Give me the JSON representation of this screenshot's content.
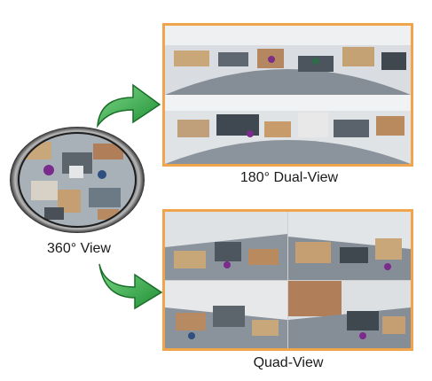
{
  "labels": {
    "dual_view": "180° Dual-View",
    "view_360": "360° View",
    "quad_view": "Quad-View"
  },
  "colors": {
    "frame_orange": "#f0a44c",
    "arrow_green": "#3cb54a",
    "floor_gray": "#7e8790",
    "desk_tan": "#c8a77a",
    "ceiling_white": "#e9ecef"
  },
  "icons": {
    "arrow_top": "curved-arrow-right-icon",
    "arrow_bottom": "curved-arrow-right-icon",
    "fisheye": "fisheye-lens-image"
  }
}
